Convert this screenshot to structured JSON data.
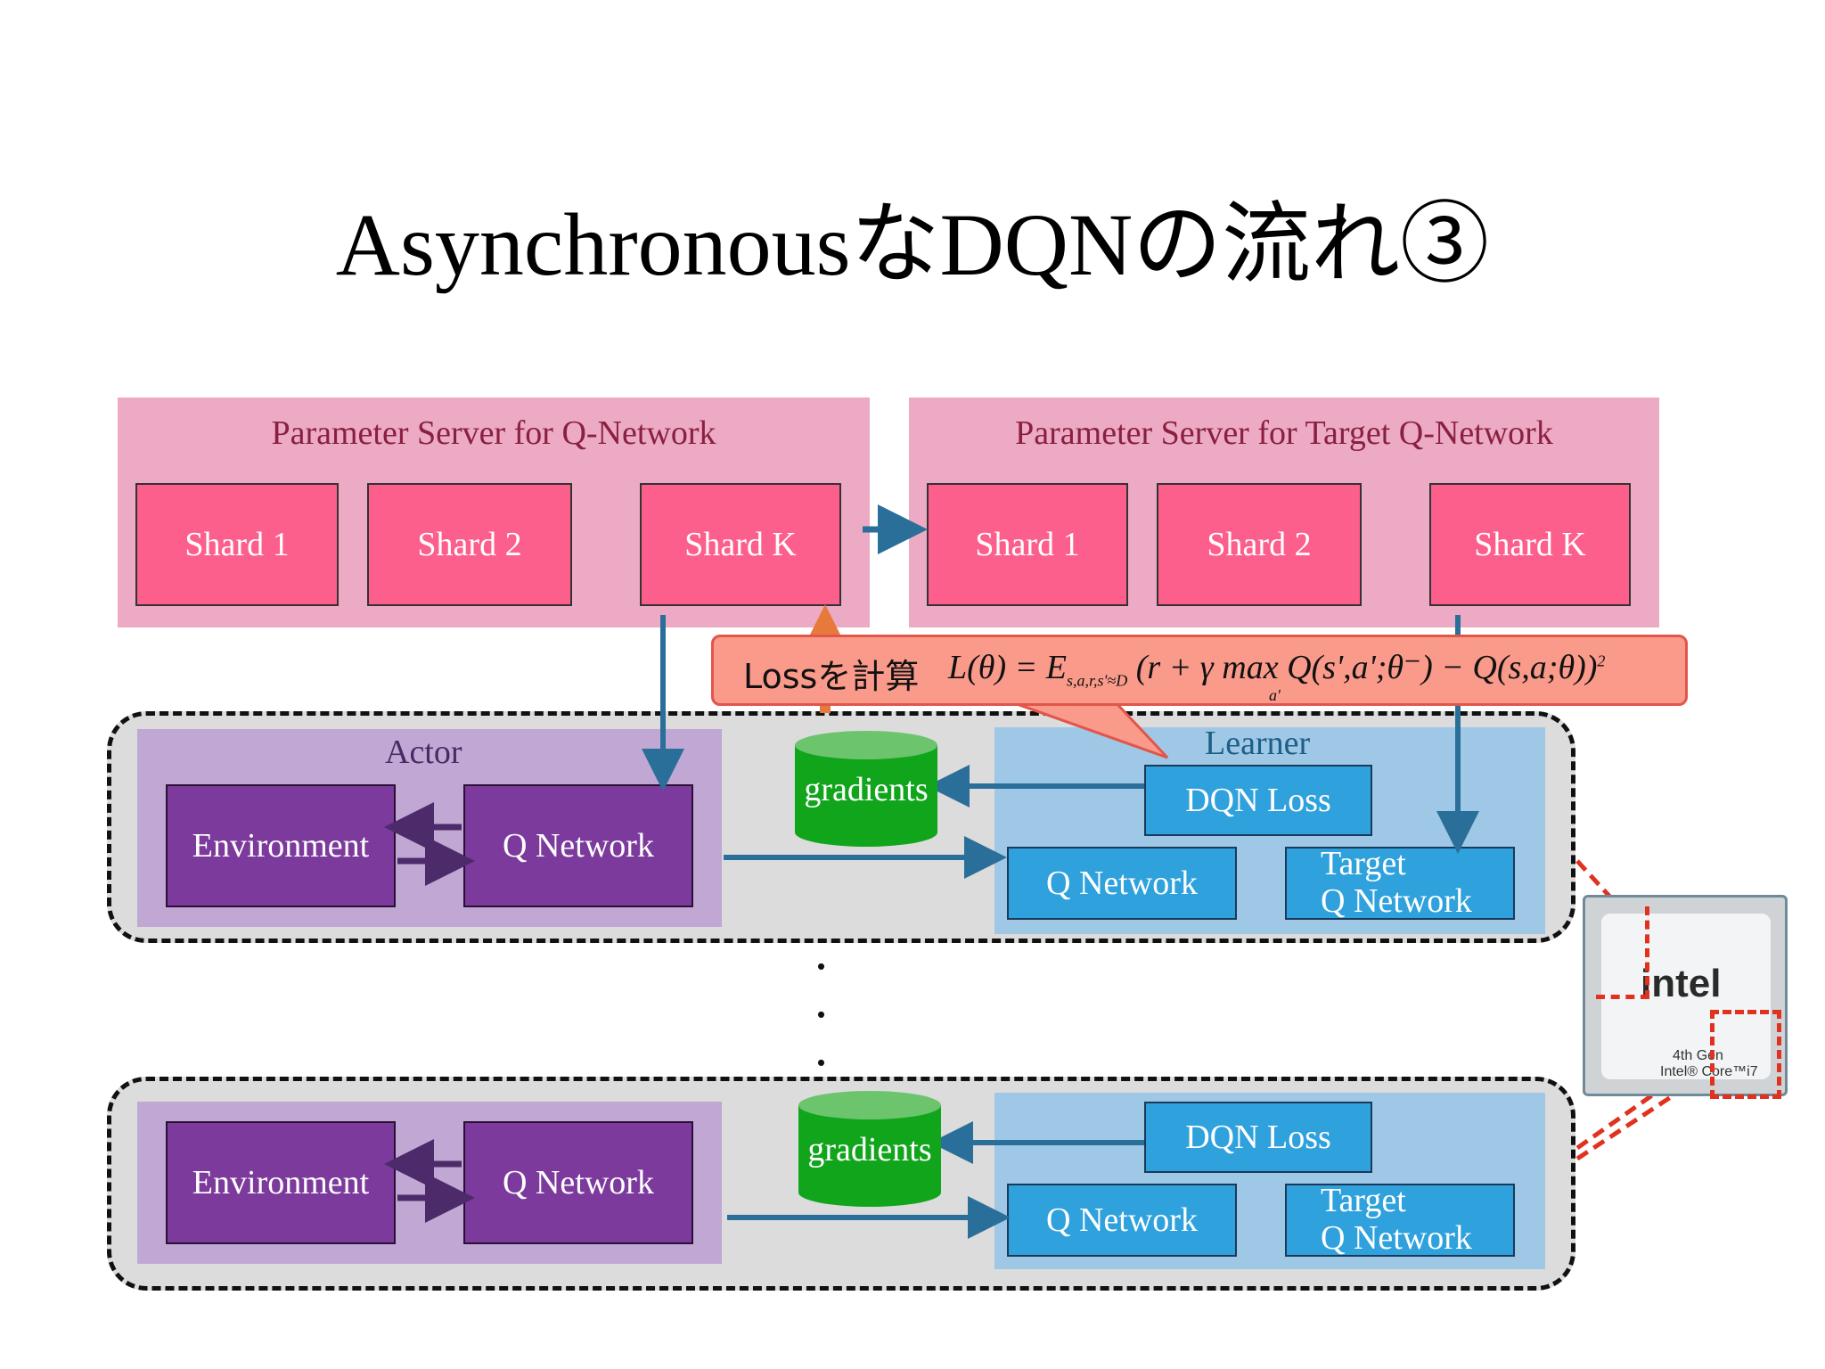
{
  "title": "AsynchronousなDQNの流れ③",
  "param_server_q": {
    "label": "Parameter Server for Q-Network",
    "shards": [
      "Shard 1",
      "Shard 2",
      "Shard K"
    ]
  },
  "param_server_target": {
    "label": "Parameter Server for Target Q-Network",
    "shards": [
      "Shard 1",
      "Shard 2",
      "Shard K"
    ]
  },
  "callout": {
    "prefix": "Lossを計算",
    "formula": "L(θ) = E",
    "subscript": "s,a,r,s'≈D",
    "formula_body": "(r + γ max Q(s',a';θ⁻) − Q(s,a;θ))",
    "under_max": "a'",
    "exponent": "2"
  },
  "group1": {
    "actor_label": "Actor",
    "environment": "Environment",
    "q_network": "Q Network",
    "gradients": "gradients",
    "learner_label": "Learner",
    "dqn_loss": "DQN Loss",
    "learner_q_network": "Q Network",
    "target_line1": "Target",
    "target_line2": "Q Network"
  },
  "group2": {
    "environment": "Environment",
    "q_network": "Q Network",
    "gradients": "gradients",
    "dqn_loss": "DQN Loss",
    "learner_q_network": "Q Network",
    "target_line1": "Target",
    "target_line2": "Q Network"
  },
  "ellipsis": ".\n.\n.",
  "cpu": {
    "brand": "intel",
    "line1": "4th Gen",
    "line2": "Intel® Core™i7"
  },
  "colors": {
    "arrow": "#2a6f9a",
    "shard": "#fd5f8c",
    "ps_bg": "#ecaac4",
    "actor_bg": "#c1a8d4",
    "learner_bg": "#9fc8e6",
    "gradients": "#11a51c"
  }
}
